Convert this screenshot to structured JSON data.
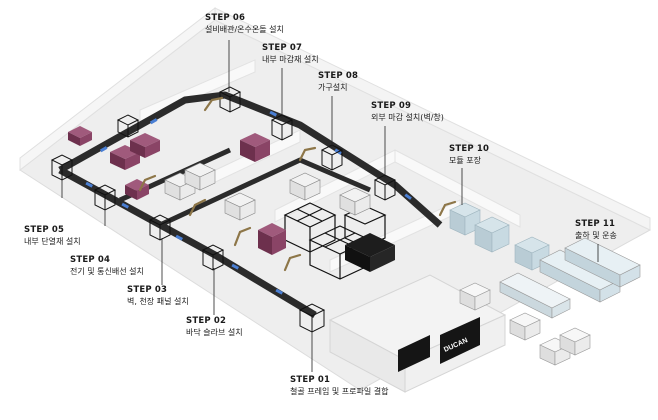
{
  "steps": [
    {
      "step": "STEP 01",
      "desc": "철골 프레임 및 프로파일 결합"
    },
    {
      "step": "STEP 02",
      "desc": "바닥 슬라브 설치"
    },
    {
      "step": "STEP 03",
      "desc": "벽, 천장 패널 설치"
    },
    {
      "step": "STEP 04",
      "desc": "전기 및 통신배선 설치"
    },
    {
      "step": "STEP 05",
      "desc": "내부 단열재 설치"
    },
    {
      "step": "STEP 06",
      "desc": "설비배관/온수온돌 설치"
    },
    {
      "step": "STEP 07",
      "desc": "내부 마감재 설치"
    },
    {
      "step": "STEP 08",
      "desc": "가구설치"
    },
    {
      "step": "STEP 09",
      "desc": "외부 마감 설치(벽/창)"
    },
    {
      "step": "STEP 10",
      "desc": "모듈 포장"
    },
    {
      "step": "STEP 11",
      "desc": "출하 및 운송"
    }
  ],
  "factory": {
    "wall_sign": "DUCAN"
  },
  "colors": {
    "floor": "#ececec",
    "wall": "#f7f7f7",
    "conveyor": "#2b2b2b",
    "conveyor_marker": "#4a7fd4",
    "frame": "#111111",
    "insulation_module": "#7a3d5c",
    "wrapped_module": "#bfd3dc",
    "robot": "#c9b07a"
  }
}
